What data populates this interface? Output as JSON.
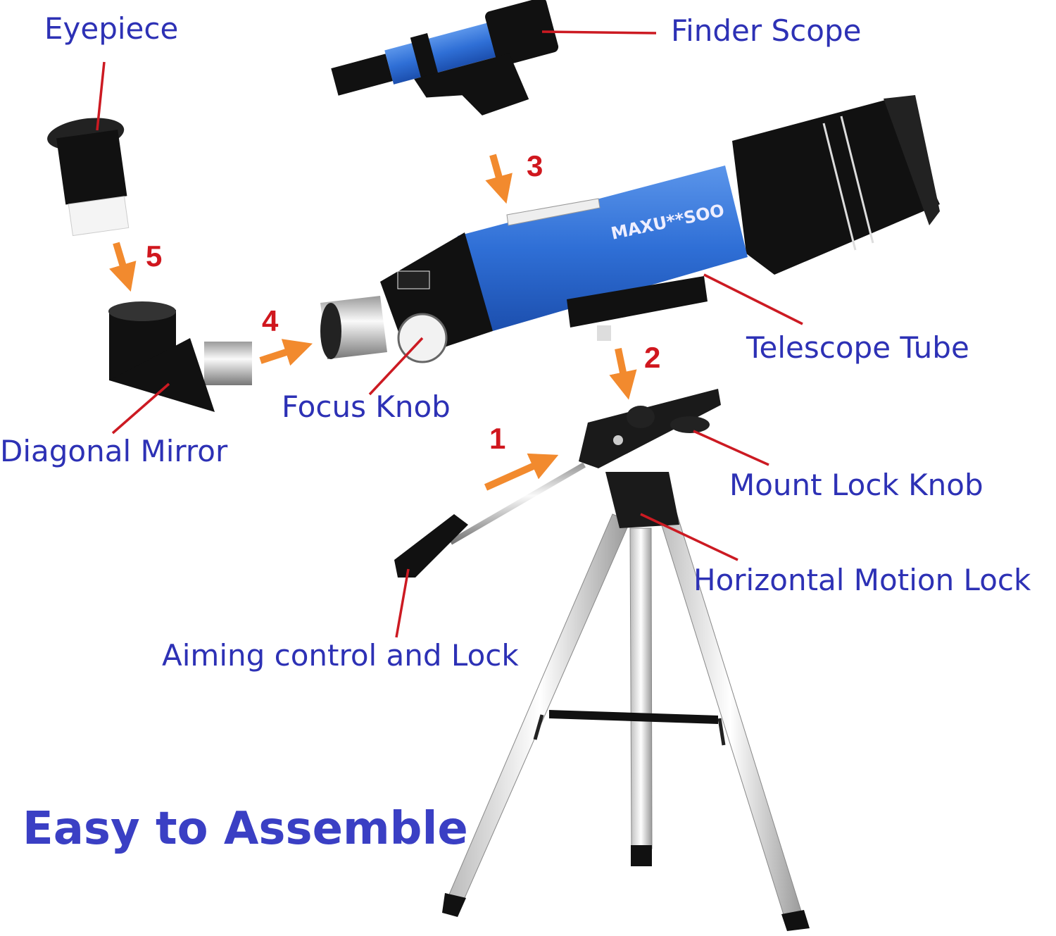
{
  "labels": {
    "eyepiece": "Eyepiece",
    "finder_scope": "Finder Scope",
    "telescope_tube": "Telescope Tube",
    "focus_knob": "Focus Knob",
    "diagonal_mirror": "Diagonal Mirror",
    "mount_lock_knob": "Mount Lock Knob",
    "horizontal_motion_lock": "Horizontal Motion Lock",
    "aiming_control": "Aiming control and Lock"
  },
  "steps": [
    "1",
    "2",
    "3",
    "4",
    "5"
  ],
  "heading": "Easy to Assemble",
  "brand_logo": "MAXU**SOO",
  "colors": {
    "label": "#2d31b5",
    "leader": "#cc1a22",
    "arrow": "#f28a2e",
    "tube": "#2f6fd6"
  }
}
